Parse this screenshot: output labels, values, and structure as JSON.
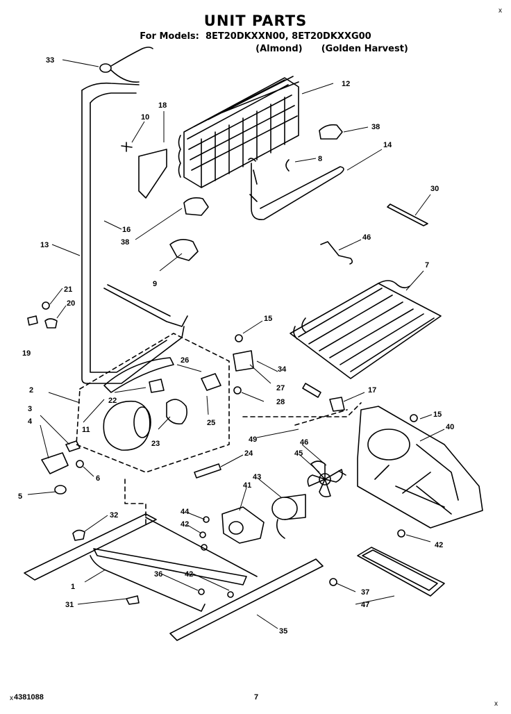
{
  "header": {
    "title": "UNIT PARTS",
    "models_label": "For Models:",
    "models": "8ET20DKXXN00, 8ET20DKXXG00",
    "color_1": "(Almond)",
    "color_2": "(Golden Harvest)"
  },
  "callouts": [
    "33",
    "12",
    "18",
    "10",
    "38",
    "8",
    "14",
    "16",
    "38",
    "30",
    "9",
    "13",
    "46",
    "7",
    "21",
    "20",
    "19",
    "15",
    "2",
    "26",
    "34",
    "22",
    "27",
    "3",
    "4",
    "11",
    "25",
    "23",
    "28",
    "17",
    "49",
    "15",
    "40",
    "24",
    "46",
    "45",
    "6",
    "5",
    "43",
    "41",
    "32",
    "44",
    "42",
    "42",
    "1",
    "36",
    "42",
    "37",
    "47",
    "31",
    "35"
  ],
  "footer": {
    "doc_number": "4381088",
    "page_number": "7"
  },
  "corner_marks": [
    "x",
    "x",
    "x"
  ]
}
